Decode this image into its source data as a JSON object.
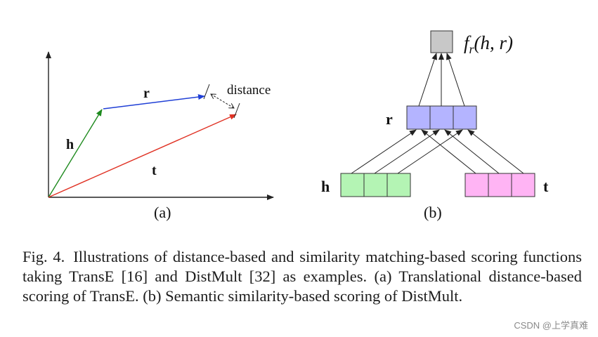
{
  "panel_a": {
    "label": "(a)",
    "vector_h": "h",
    "vector_r": "r",
    "vector_t": "t",
    "distance_label": "distance",
    "colors": {
      "h": "#1e8a1e",
      "r": "#1f3fd6",
      "t": "#e03224",
      "axes": "#222222"
    }
  },
  "panel_b": {
    "label": "(b)",
    "output_label_f": "f",
    "output_label_sub": "r",
    "output_label_args": "(h, r)",
    "label_r": "r",
    "label_h": "h",
    "label_t": "t",
    "colors": {
      "output": "#c8c8c8",
      "r": "#b4b4ff",
      "h": "#b4f4b4",
      "t": "#ffb4f4"
    }
  },
  "caption": {
    "fig_label": "Fig. 4.",
    "text": "Illustrations of distance-based and similarity matching-based scoring functions taking TransE [16] and DistMult [32] as examples. (a) Translational distance-based scoring of TransE. (b) Semantic similarity-based scoring of DistMult."
  },
  "watermark": "CSDN @上学真难"
}
